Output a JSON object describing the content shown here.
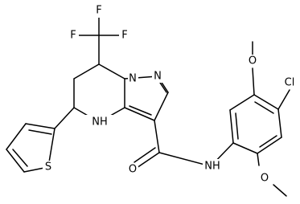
{
  "molecule": {
    "atoms": {
      "F1": "F",
      "F2": "F",
      "F3": "F",
      "N1": "N",
      "N2": "N",
      "NH_ring": "NH",
      "S": "S",
      "O_carbonyl": "O",
      "NH_amide": "NH",
      "O_methoxy_top": "O",
      "O_methoxy_bottom": "O",
      "Cl": "Cl"
    }
  }
}
